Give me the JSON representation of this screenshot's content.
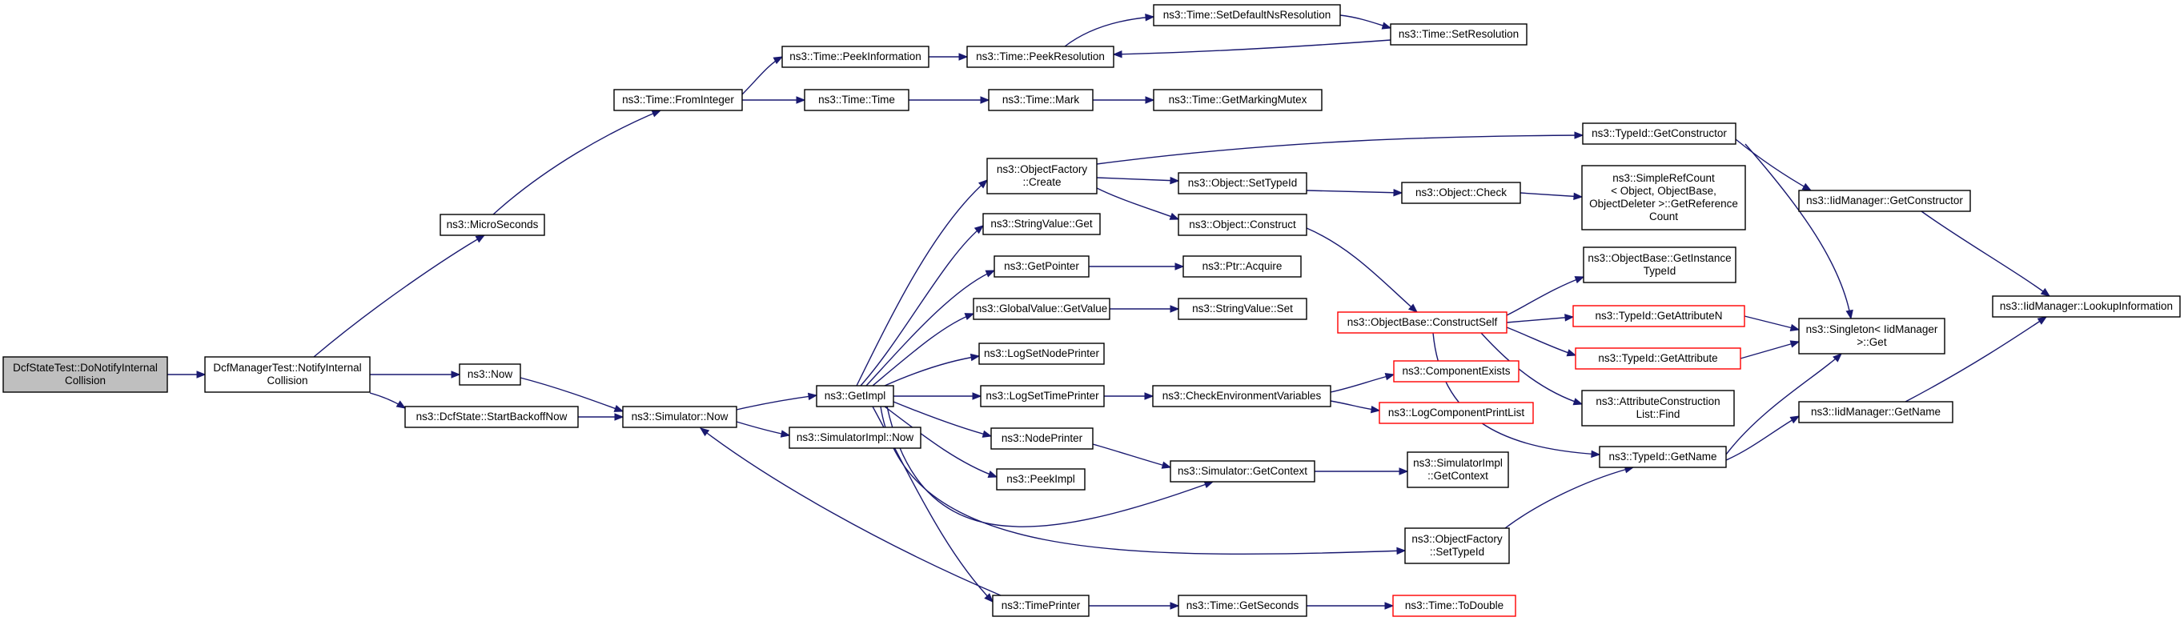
{
  "colors": {
    "edge": "#191970",
    "root_fill": "#bfbfbf",
    "truncated_border": "#ff0000",
    "node_border": "#000000"
  },
  "nodes": {
    "root": {
      "lines": [
        "DcfStateTest::DoNotifyInternal",
        "Collision"
      ]
    },
    "dcfmgr_notify": {
      "lines": [
        "DcfManagerTest::NotifyInternal",
        "Collision"
      ]
    },
    "microseconds": {
      "lines": [
        "ns3::MicroSeconds"
      ]
    },
    "now": {
      "lines": [
        "ns3::Now"
      ]
    },
    "startbackoff": {
      "lines": [
        "ns3::DcfState::StartBackoffNow"
      ]
    },
    "frominteger": {
      "lines": [
        "ns3::Time::FromInteger"
      ]
    },
    "peekinfo": {
      "lines": [
        "ns3::Time::PeekInformation"
      ]
    },
    "time_time": {
      "lines": [
        "ns3::Time::Time"
      ]
    },
    "peekres": {
      "lines": [
        "ns3::Time::PeekResolution"
      ]
    },
    "setdefres": {
      "lines": [
        "ns3::Time::SetDefaultNsResolution"
      ]
    },
    "setres": {
      "lines": [
        "ns3::Time::SetResolution"
      ]
    },
    "mark": {
      "lines": [
        "ns3::Time::Mark"
      ]
    },
    "getmarking": {
      "lines": [
        "ns3::Time::GetMarkingMutex"
      ]
    },
    "sim_now": {
      "lines": [
        "ns3::Simulator::Now"
      ]
    },
    "getimpl": {
      "lines": [
        "ns3::GetImpl"
      ]
    },
    "simimpl_now": {
      "lines": [
        "ns3::SimulatorImpl::Now"
      ]
    },
    "objfactory_create": {
      "lines": [
        "ns3::ObjectFactory",
        "::Create"
      ]
    },
    "stringvalue_get": {
      "lines": [
        "ns3::StringValue::Get"
      ]
    },
    "getpointer": {
      "lines": [
        "ns3::GetPointer"
      ]
    },
    "globalvalue_get": {
      "lines": [
        "ns3::GlobalValue::GetValue"
      ]
    },
    "logsetnode": {
      "lines": [
        "ns3::LogSetNodePrinter"
      ]
    },
    "logsettime": {
      "lines": [
        "ns3::LogSetTimePrinter"
      ]
    },
    "nodeprinter": {
      "lines": [
        "ns3::NodePrinter"
      ]
    },
    "peekimpl": {
      "lines": [
        "ns3::PeekImpl"
      ]
    },
    "timeprinter": {
      "lines": [
        "ns3::TimePrinter"
      ]
    },
    "settypeid": {
      "lines": [
        "ns3::Object::SetTypeId"
      ]
    },
    "obj_construct": {
      "lines": [
        "ns3::Object::Construct"
      ]
    },
    "ptr_acquire": {
      "lines": [
        "ns3::Ptr::Acquire"
      ]
    },
    "stringvalue_set": {
      "lines": [
        "ns3::StringValue::Set"
      ]
    },
    "checkenv": {
      "lines": [
        "ns3::CheckEnvironmentVariables"
      ]
    },
    "sim_getcontext": {
      "lines": [
        "ns3::Simulator::GetContext"
      ]
    },
    "getseconds": {
      "lines": [
        "ns3::Time::GetSeconds"
      ]
    },
    "typeid_getctor": {
      "lines": [
        "ns3::TypeId::GetConstructor"
      ]
    },
    "obj_check": {
      "lines": [
        "ns3::Object::Check"
      ]
    },
    "constructself": {
      "lines": [
        "ns3::ObjectBase::ConstructSelf"
      ]
    },
    "compexists": {
      "lines": [
        "ns3::ComponentExists"
      ]
    },
    "logcompprint": {
      "lines": [
        "ns3::LogComponentPrintList"
      ]
    },
    "simimpl_getcontext": {
      "lines": [
        "ns3::SimulatorImpl",
        "::GetContext"
      ]
    },
    "objfactory_settypeid": {
      "lines": [
        "ns3::ObjectFactory",
        "::SetTypeId"
      ]
    },
    "todouble": {
      "lines": [
        "ns3::Time::ToDouble"
      ]
    },
    "simplerefcount": {
      "lines": [
        "ns3::SimpleRefCount",
        "< Object, ObjectBase,",
        "ObjectDeleter >::GetReference",
        "Count"
      ]
    },
    "getinstancetypeid": {
      "lines": [
        "ns3::ObjectBase::GetInstance",
        "TypeId"
      ]
    },
    "getattributen": {
      "lines": [
        "ns3::TypeId::GetAttributeN"
      ]
    },
    "getattribute": {
      "lines": [
        "ns3::TypeId::GetAttribute"
      ]
    },
    "attrconstruct_find": {
      "lines": [
        "ns3::AttributeConstruction",
        "List::Find"
      ]
    },
    "typeid_getname": {
      "lines": [
        "ns3::TypeId::GetName"
      ]
    },
    "iidmgr_getctor": {
      "lines": [
        "ns3::IidManager::GetConstructor"
      ]
    },
    "singleton_get": {
      "lines": [
        "ns3::Singleton< IidManager",
        " >::Get"
      ]
    },
    "iidmgr_getname": {
      "lines": [
        "ns3::IidManager::GetName"
      ]
    },
    "iidmgr_lookup": {
      "lines": [
        "ns3::IidManager::LookupInformation"
      ]
    }
  }
}
